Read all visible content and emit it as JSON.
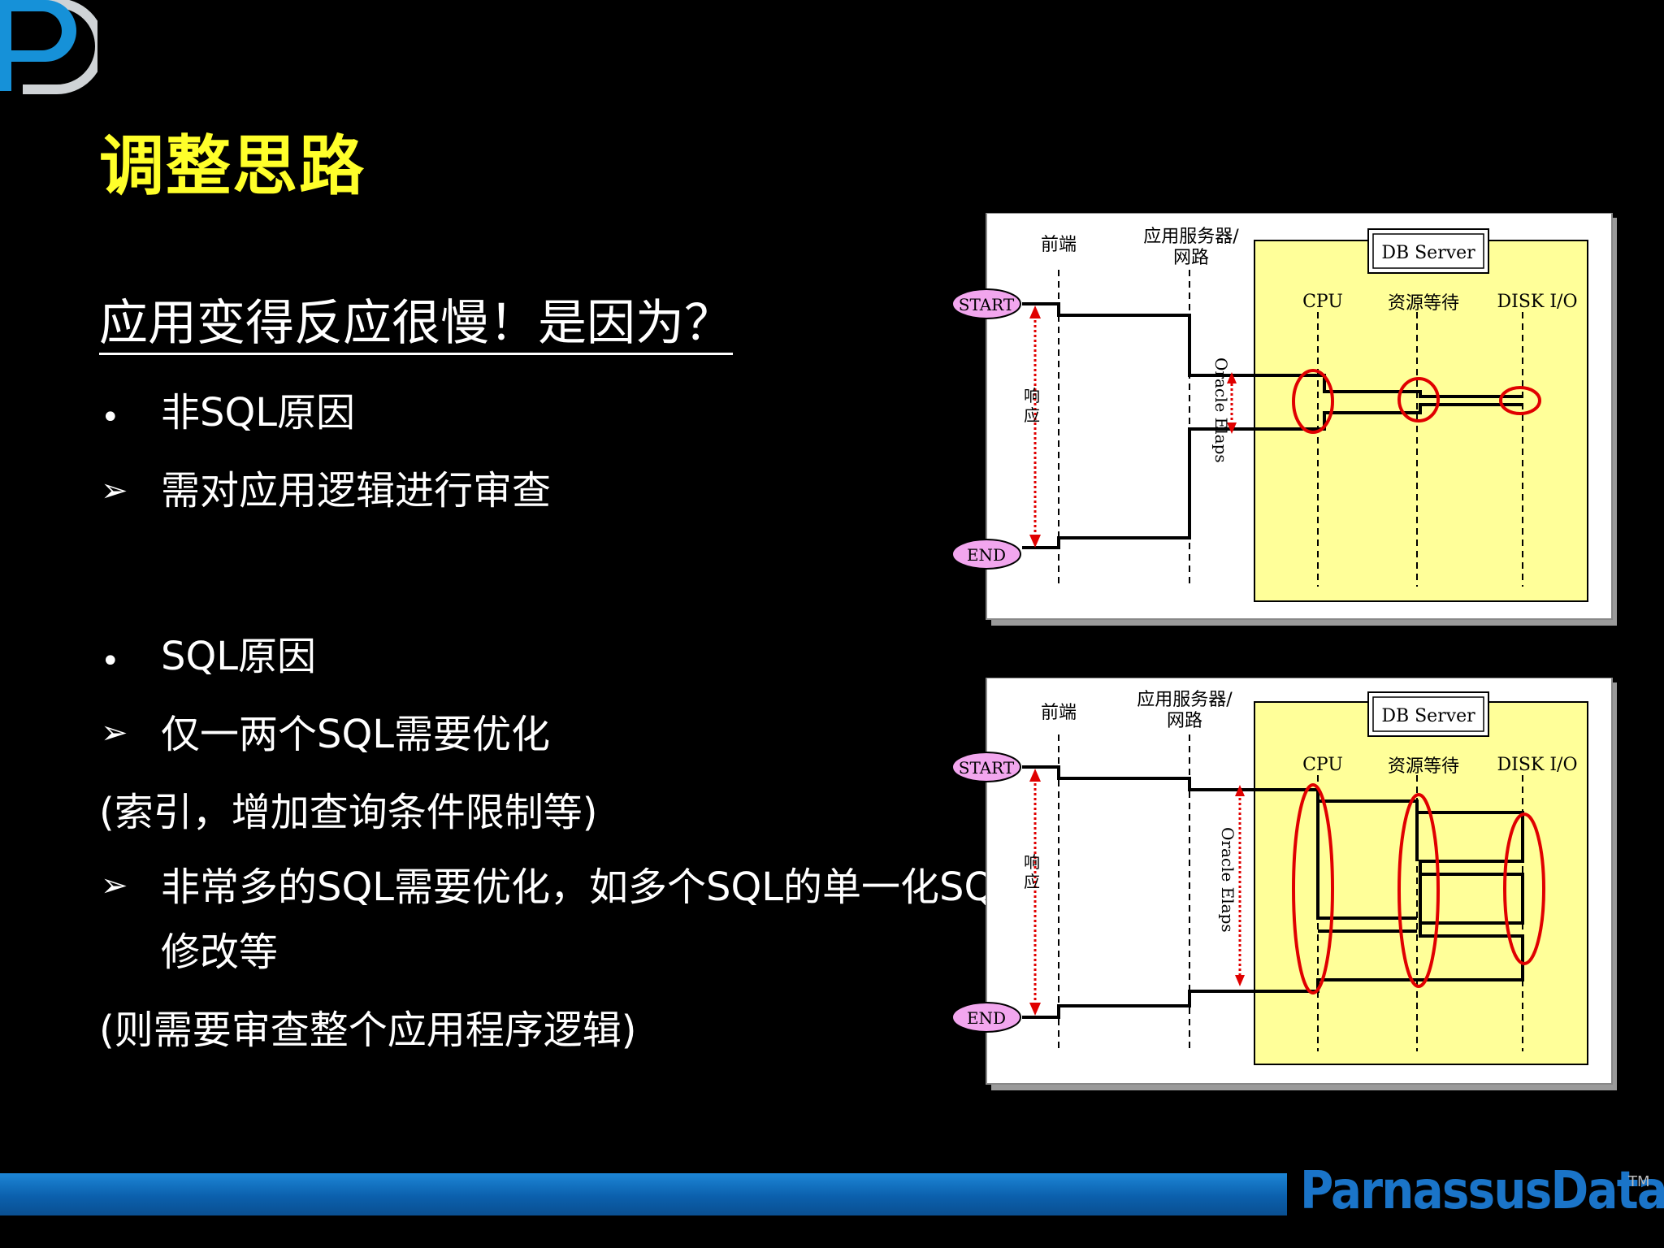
{
  "slide": {
    "title": "调整思路",
    "question": "应用变得反应很慢！是因为？",
    "sections": [
      {
        "bullet": "•",
        "text": "非SQL原因"
      },
      {
        "arrow": "➢",
        "text": "需对应用逻辑进行审查"
      },
      {
        "bullet": "•",
        "text": "SQL原因"
      },
      {
        "arrow": "➢",
        "text": "仅一两个SQL需要优化"
      },
      {
        "note": "(索引，增加查询条件限制等)"
      },
      {
        "arrow": "➢",
        "text_line1": "非常多的SQL需要优化，如多个SQL的单一化SQL",
        "text_line2": "修改等"
      },
      {
        "note": "(则需要审查整个应用程序逻辑)"
      }
    ]
  },
  "diagram": {
    "col_frontend": "前端",
    "col_appserver_line1": "应用服务器/",
    "col_appserver_line2": "网路",
    "db_server": "DB Server",
    "col_cpu": "CPU",
    "col_wait": "资源等待",
    "col_disk": "DISK I/O",
    "start": "START",
    "end": "END",
    "response_1": "响",
    "response_2": "应",
    "oracle_elaps": "Oracle Elaps"
  },
  "footer": {
    "brand": "ParnassusData",
    "tm": "TM"
  },
  "colors": {
    "title": "#ffff2a",
    "db_panel": "#ffff99",
    "highlight": "#e00000",
    "start_end_pill": "#f2a6ee",
    "footer_bar": "#0b60ad",
    "brand": "#1a74c8",
    "logo": "#1691d8"
  }
}
